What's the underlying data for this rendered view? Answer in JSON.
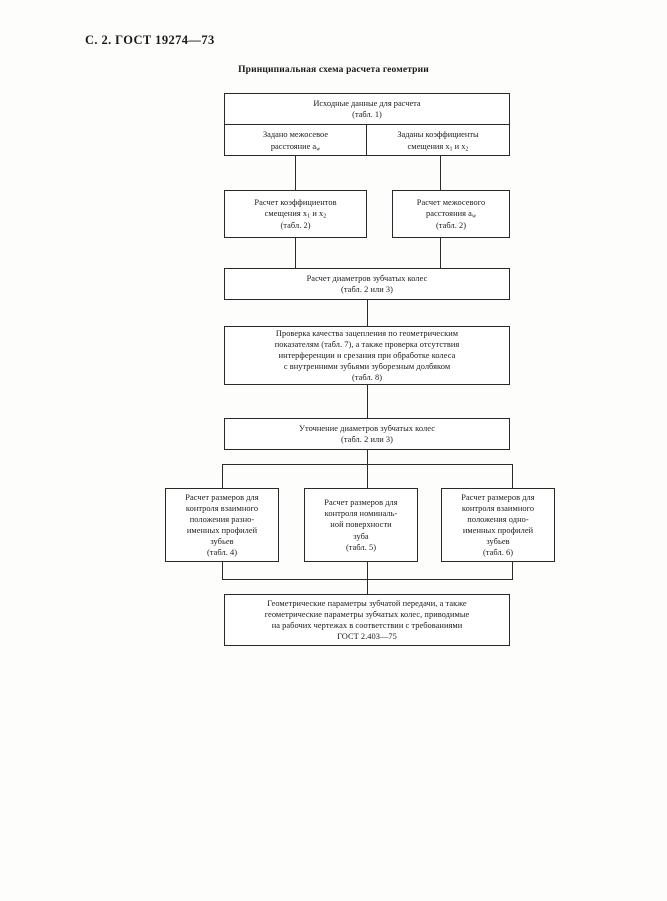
{
  "page": {
    "running_head": "С. 2. ГОСТ 19274—73",
    "figure_title": "Принципиальная схема расчета геометрии"
  },
  "chart_data": {
    "type": "diagram",
    "title": "Принципиальная схема расчета геометрии",
    "nodes": [
      {
        "id": "root",
        "header": "Исходные данные для расчета",
        "header_ref": "(табл. 1)",
        "cells": [
          {
            "id": "root-left",
            "line1": "Задано межосевое",
            "line2": "расстояние a",
            "sub2": "w"
          },
          {
            "id": "root-right",
            "line1": "Заданы коэффициенты",
            "line2": "смещения x",
            "sub2": "1",
            "line3": " и x",
            "sub3": "2"
          }
        ]
      },
      {
        "id": "calc-shift",
        "line1": "Расчет коэффициентов",
        "line2": "смещения x",
        "sub2": "1",
        "line2b": " и x",
        "sub2b": "2",
        "ref": "(табл. 2)"
      },
      {
        "id": "calc-center-distance",
        "line1": "Расчет межосевого",
        "line2": "расстояния a",
        "sub2": "w",
        "ref": "(табл. 2)"
      },
      {
        "id": "calc-diameters",
        "line1": "Расчет диаметров зубчатых колес",
        "ref": "(табл. 2 или 3)"
      },
      {
        "id": "check-mesh",
        "line1": "Проверка качества зацепления по геометрическим",
        "line2": "показателям (табл. 7), а также проверка отсутствия",
        "line3": "интерференции и срезания при обработке колеса",
        "line4": "с внутренними зубьями зуборезным долбяком",
        "ref": "(табл. 8)"
      },
      {
        "id": "refine-diameters",
        "line1": "Уточнение диаметров зубчатых колес",
        "ref": "(табл. 2 или 3)"
      },
      {
        "id": "measure-opposite-profiles",
        "line1": "Расчет размеров для",
        "line2": "контроля взаимного",
        "line3": "положения разно-",
        "line4": "именных профилей",
        "line5": "зубьев",
        "ref": "(табл. 4)"
      },
      {
        "id": "measure-nominal-surface",
        "line1": "Расчет размеров для",
        "line2": "контроля номиналь-",
        "line3": "ной поверхности",
        "line4": "зуба",
        "ref": "(табл. 5)"
      },
      {
        "id": "measure-same-profiles",
        "line1": "Расчет размеров для",
        "line2": "контроля взаимного",
        "line3": "положения одно-",
        "line4": "именных профилей",
        "line5": "зубьев",
        "ref": "(табл. 6)"
      },
      {
        "id": "result",
        "line1": "Геометрические параметры зубчатой передачи, а также",
        "line2": "геометрические параметры зубчатых колес, приводимые",
        "line3": "на рабочих чертежах в соответствии с требованиями",
        "line4": "ГОСТ 2.403—75"
      }
    ],
    "edges": [
      {
        "from": "root-left",
        "to": "calc-shift"
      },
      {
        "from": "root-right",
        "to": "calc-center-distance"
      },
      {
        "from": "calc-shift",
        "to": "calc-diameters"
      },
      {
        "from": "calc-center-distance",
        "to": "calc-diameters"
      },
      {
        "from": "calc-diameters",
        "to": "check-mesh"
      },
      {
        "from": "check-mesh",
        "to": "refine-diameters"
      },
      {
        "from": "refine-diameters",
        "to": "measure-opposite-profiles"
      },
      {
        "from": "refine-diameters",
        "to": "measure-nominal-surface"
      },
      {
        "from": "refine-diameters",
        "to": "measure-same-profiles"
      },
      {
        "from": "measure-opposite-profiles",
        "to": "result"
      },
      {
        "from": "measure-nominal-surface",
        "to": "result"
      },
      {
        "from": "measure-same-profiles",
        "to": "result"
      }
    ]
  }
}
